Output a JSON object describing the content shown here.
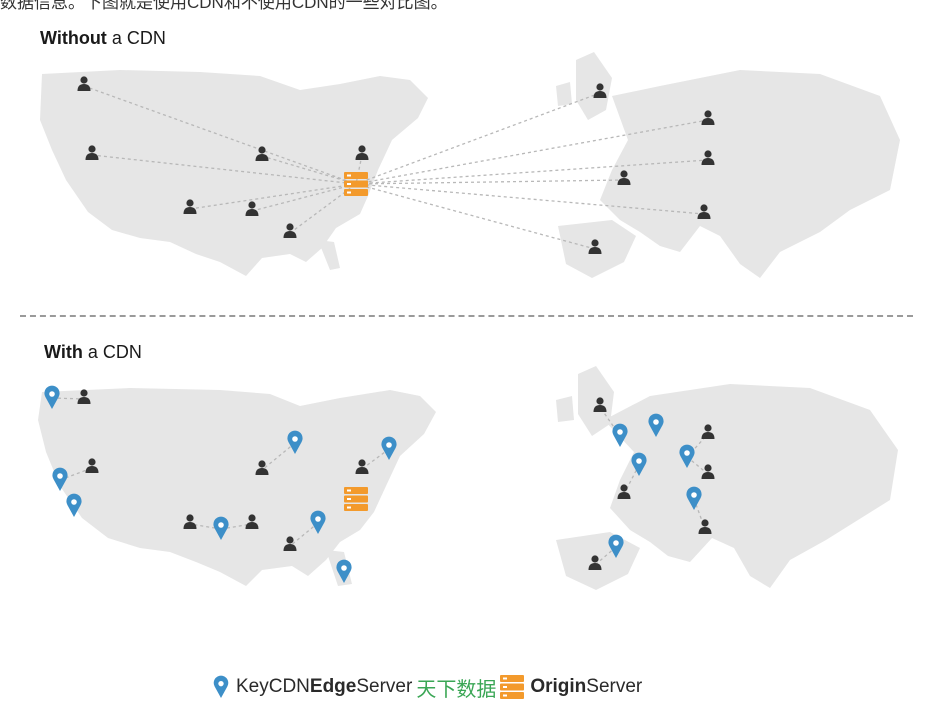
{
  "header_fragment": "数据信息。下图就是使用CDN和不使用CDN的一些对比图。",
  "sections": {
    "without": {
      "bold": "Without",
      "rest": " a CDN"
    },
    "with": {
      "bold": "With",
      "rest": " a CDN"
    }
  },
  "legend": {
    "edge_prefix": "KeyCDN ",
    "edge_bold": "Edge",
    "edge_suffix": " Server",
    "watermark": "天下数据",
    "origin_bold": "Origin",
    "origin_suffix": " Server"
  },
  "colors": {
    "land": "#e6e6e6",
    "user": "#333333",
    "pin": "#3d8fc8",
    "origin": "#f39a2c",
    "link": "#b8b8b8",
    "divider": "#9a9a9a"
  },
  "icons": [
    "user-icon",
    "edge-server-pin-icon",
    "origin-server-icon"
  ]
}
